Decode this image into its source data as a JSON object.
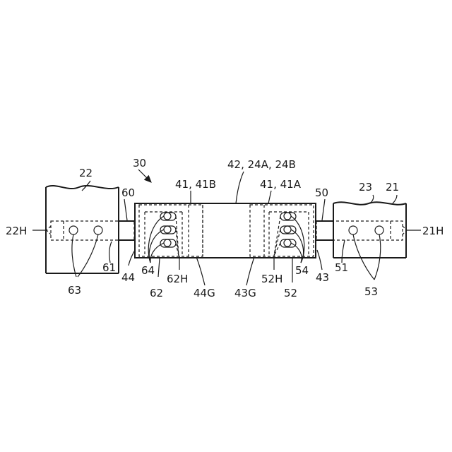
{
  "labels": {
    "l30": "30",
    "l22": "22",
    "l60": "60",
    "l22H": "22H",
    "l61": "61",
    "l63": "63",
    "l44": "44",
    "l64": "64",
    "l62": "62",
    "l62H": "62H",
    "l44G": "44G",
    "l41_41B": "41, 41B",
    "l42_24A_24B": "42, 24A, 24B",
    "l41_41A": "41, 41A",
    "l43G": "43G",
    "l52H": "52H",
    "l52": "52",
    "l54": "54",
    "l43": "43",
    "l50": "50",
    "l23": "23",
    "l21": "21",
    "l21H": "21H",
    "l51": "51",
    "l53": "53"
  },
  "colors": {
    "ink": "#1a1a1a",
    "paper": "#ffffff"
  }
}
